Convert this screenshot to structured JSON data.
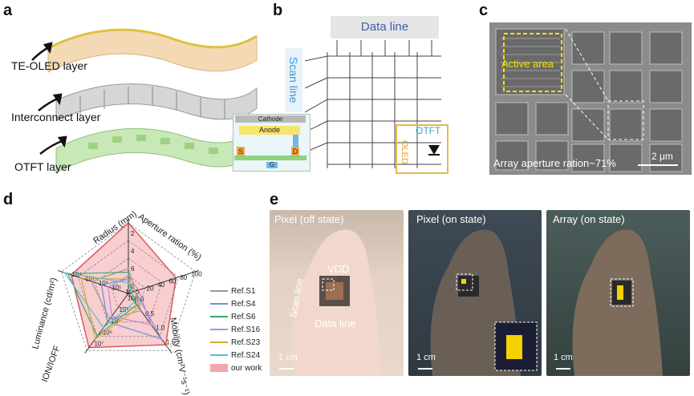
{
  "panels": {
    "a": "a",
    "b": "b",
    "c": "c",
    "d": "d",
    "e": "e"
  },
  "panel_a": {
    "layers": [
      "TE-OLED layer",
      "Interconnect layer",
      "OTFT layer"
    ]
  },
  "panel_b": {
    "data_line": "Data line",
    "scan_line": "Scan line",
    "cathode": "Cathode",
    "anode": "Anode",
    "source": "S",
    "drain": "D",
    "gate": "G",
    "otft": "OTFT",
    "oled": "OLED"
  },
  "panel_c": {
    "active_area": "Active area",
    "caption": "Array aperture ration~71%",
    "scale": "2 μm"
  },
  "panel_d": {
    "axes": {
      "radius": "Radius (mm)",
      "aperture": "Aperture ration (%)",
      "mobility": "Mobility (cm²V⁻¹s⁻¹)",
      "onoff": "ION/IOFF",
      "luminance": "Luminance (cd/m²)"
    },
    "legend": [
      "Ref.S1",
      "Ref.S4",
      "Ref.S6",
      "Ref.S16",
      "Ref.S23",
      "Ref.S24",
      "our work"
    ],
    "colors": {
      "Ref.S1": "#9a9a9a",
      "Ref.S4": "#6f8fd8",
      "Ref.S6": "#3fa86a",
      "Ref.S16": "#b98be0",
      "Ref.S23": "#d8a93a",
      "Ref.S24": "#4fc3c8",
      "our work": "#f2a6aa"
    }
  },
  "panel_e": {
    "photos": [
      {
        "title": "Pixel (off state)",
        "scale": "1 cm",
        "vdd": "VDD",
        "scan": "Scan line",
        "data": "Data line"
      },
      {
        "title": "Pixel (on state)",
        "scale": "1 cm"
      },
      {
        "title": "Array (on state)",
        "scale": "1 cm"
      }
    ]
  },
  "chart_data": {
    "type": "radar",
    "axes": [
      "Radius (mm)",
      "Aperture ration (%)",
      "Mobility (cm²V⁻¹s⁻¹)",
      "ION/IOFF",
      "Luminance (cd/m²)"
    ],
    "tick_labels": {
      "Radius (mm)": [
        "8",
        "6",
        "4",
        "2"
      ],
      "Aperture ration (%)": [
        "0",
        "20",
        "40",
        "60",
        "80",
        "100"
      ],
      "Mobility (cm²V⁻¹s⁻¹)": [
        "0.0",
        "0.5",
        "1.0",
        "1.5"
      ],
      "ION/IOFF": [
        "10³",
        "10⁴",
        "10⁵",
        "10⁶",
        "10⁷"
      ],
      "Luminance (cd/m²)": [
        "10⁰",
        "10¹",
        "10²",
        "10³",
        "10⁴"
      ]
    },
    "series": [
      {
        "name": "Ref.S1",
        "values": [
          0.35,
          0.1,
          0.3,
          0.45,
          0.55
        ]
      },
      {
        "name": "Ref.S4",
        "values": [
          0.2,
          0.1,
          0.8,
          0.5,
          0.4
        ]
      },
      {
        "name": "Ref.S6",
        "values": [
          0.3,
          0.05,
          0.2,
          0.75,
          0.9
        ]
      },
      {
        "name": "Ref.S16",
        "values": [
          0.25,
          0.15,
          0.55,
          0.4,
          0.3
        ]
      },
      {
        "name": "Ref.S23",
        "values": [
          0.2,
          0.1,
          0.25,
          0.8,
          0.7
        ]
      },
      {
        "name": "Ref.S24",
        "values": [
          0.15,
          0.05,
          0.15,
          0.6,
          0.95
        ]
      },
      {
        "name": "our work",
        "values": [
          1.0,
          0.71,
          0.9,
          0.95,
          0.85
        ]
      }
    ]
  }
}
